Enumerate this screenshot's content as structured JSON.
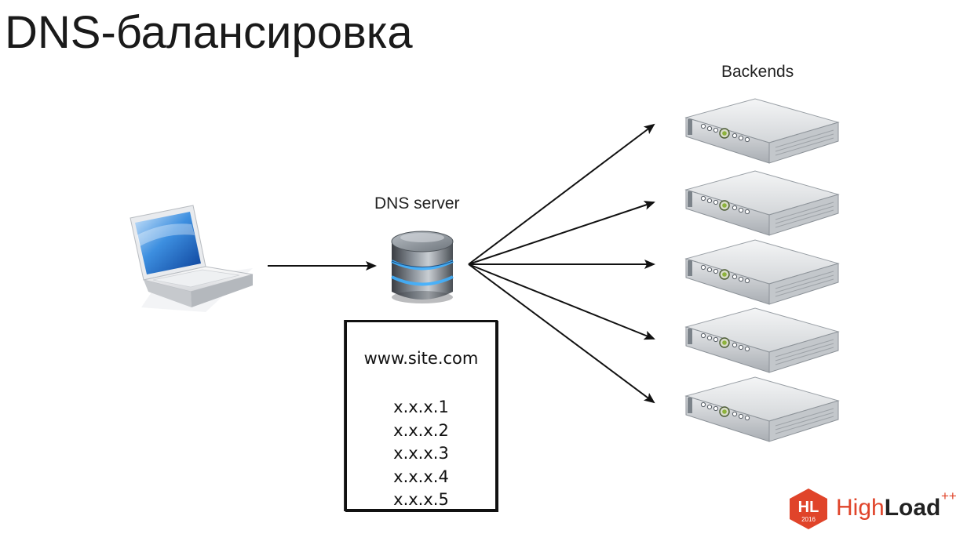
{
  "title": "DNS-балансировка",
  "labels": {
    "dns_server": "DNS server",
    "backends": "Backends"
  },
  "dns_record": {
    "domain": "www.site.com",
    "addresses": [
      "x.x.x.1",
      "x.x.x.2",
      "x.x.x.3",
      "x.x.x.4",
      "x.x.x.5"
    ]
  },
  "nodes": {
    "client": {
      "icon": "laptop-icon"
    },
    "dns": {
      "icon": "database-icon"
    },
    "backend": {
      "icon": "rack-server-icon",
      "count": 5
    }
  },
  "logo": {
    "badge_text": "HL",
    "badge_year": "2016",
    "word_part1": "High",
    "word_part2": "Load",
    "superscript": "++",
    "accent_color": "#e0442a"
  }
}
